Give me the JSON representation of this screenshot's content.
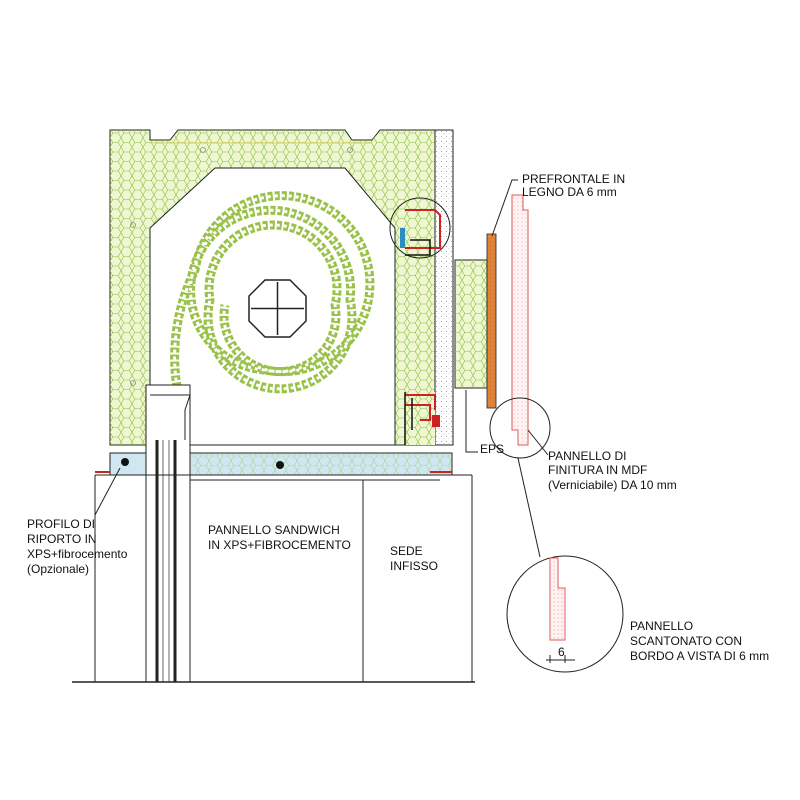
{
  "labels": {
    "prefrontale": [
      "PREFRONTALE IN",
      "LEGNO DA 6 mm"
    ],
    "eps": "EPS",
    "pannello_finitura": [
      "PANNELLO DI",
      "FINITURA IN MDF",
      "(Verniciabile) DA 10 mm"
    ],
    "profilo": [
      "PROFILO DI",
      "RIPORTO IN",
      "XPS+fibrocemento",
      "(Opzionale)"
    ],
    "sandwich": [
      "PANNELLO SANDWICH",
      "IN XPS+FIBROCEMENTO"
    ],
    "sede": [
      "SEDE",
      "INFISSO"
    ],
    "scantonato": [
      "PANNELLO",
      "SCANTONATO CON",
      "BORDO A VISTA DI 6 mm"
    ],
    "dimension": "6"
  },
  "colors": {
    "insulation_fill": "#eef7d2",
    "hex_pattern": "#8cbf3c",
    "roll_green": "#9ac24a",
    "eps_blue": "#cfe7f0",
    "wood_orange": "#e0843a",
    "mdf_red": "#e05a5a",
    "profile_red": "#cc2222",
    "line": "#222222"
  }
}
